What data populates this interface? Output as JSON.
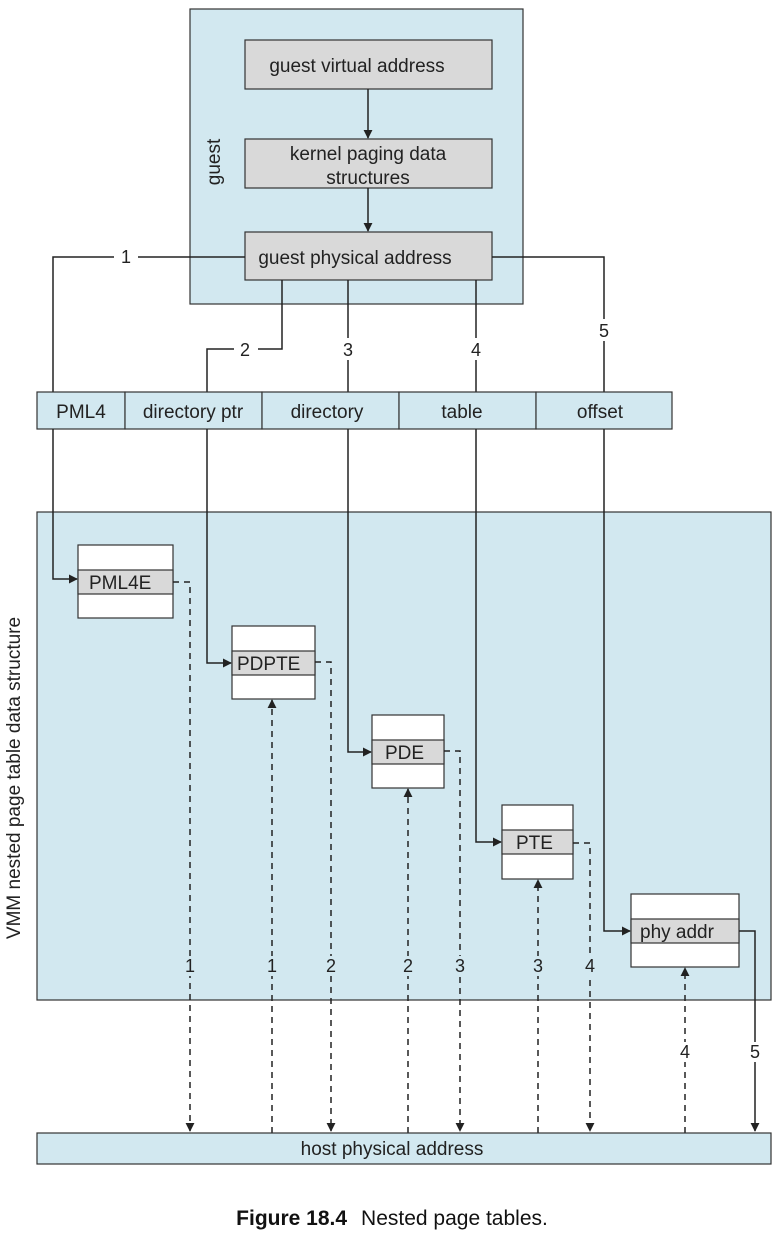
{
  "colors": {
    "region_fill": "#d2e8f0",
    "box_fill": "#d9d9d9",
    "stroke": "#333333"
  },
  "guest": {
    "label": "guest",
    "virtual_address": "guest virtual address",
    "kernel_paging_line1": "kernel paging data",
    "kernel_paging_line2": "structures",
    "physical_address": "guest physical address"
  },
  "address_fields": [
    "PML4",
    "directory ptr",
    "directory",
    "table",
    "offset"
  ],
  "step_labels": [
    "1",
    "2",
    "3",
    "4",
    "5"
  ],
  "vmm": {
    "label": "VMM nested page table data structure",
    "tables": [
      "PML4E",
      "PDPTE",
      "PDE",
      "PTE",
      "phy addr"
    ],
    "host_ref_labels": [
      "1",
      "1",
      "2",
      "2",
      "3",
      "3",
      "4",
      "4",
      "5"
    ]
  },
  "host": {
    "label": "host physical address"
  },
  "caption": {
    "number": "Figure 18.4",
    "text": "Nested page tables."
  }
}
